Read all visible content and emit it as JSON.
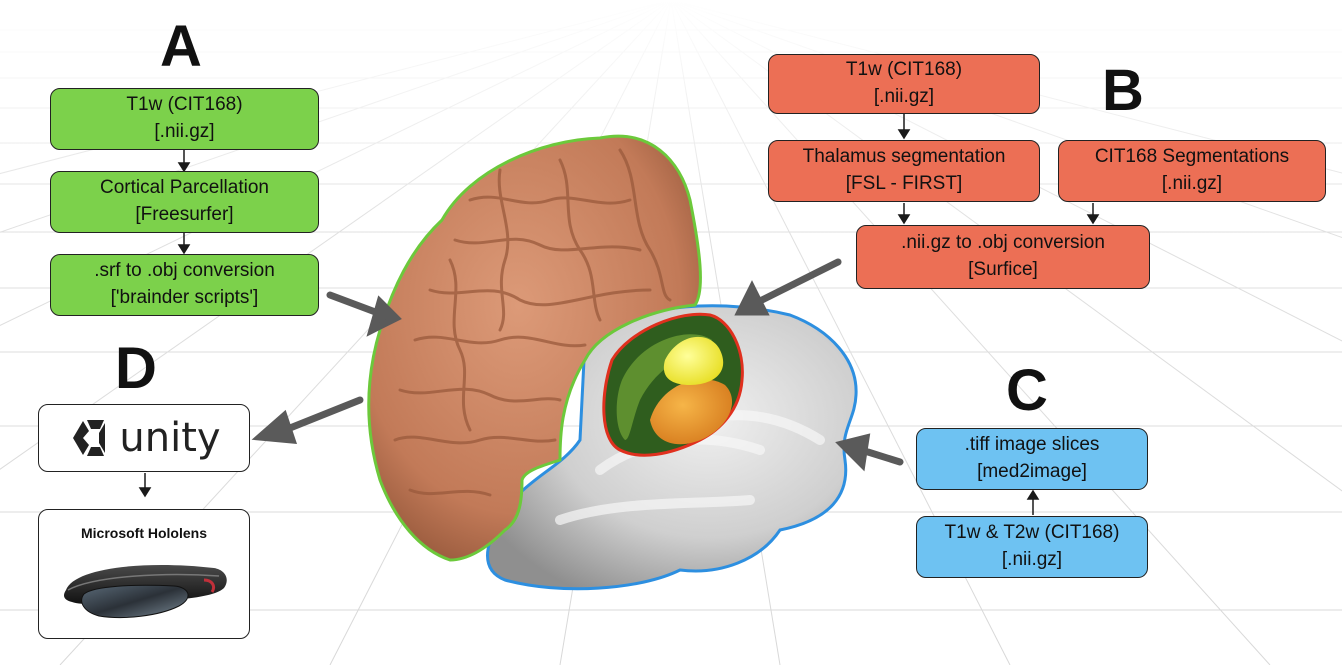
{
  "panels": {
    "A": {
      "letter": "A",
      "steps": [
        {
          "line1": "T1w (CIT168)",
          "line2": "[.nii.gz]"
        },
        {
          "line1": "Cortical Parcellation",
          "line2": "[Freesurfer]"
        },
        {
          "line1": ".srf to .obj conversion",
          "line2": "['brainder scripts']"
        }
      ]
    },
    "B": {
      "letter": "B",
      "input": {
        "line1": "T1w (CIT168)",
        "line2": "[.nii.gz]"
      },
      "thalamus": {
        "line1": "Thalamus segmentation",
        "line2": "[FSL - FIRST]"
      },
      "cit168": {
        "line1": "CIT168 Segmentations",
        "line2": "[.nii.gz]"
      },
      "conversion": {
        "line1": ".nii.gz to .obj conversion",
        "line2": "[Surfice]"
      }
    },
    "C": {
      "letter": "C",
      "slices": {
        "line1": ".tiff image slices",
        "line2": "[med2image]"
      },
      "input": {
        "line1": "T1w & T2w (CIT168)",
        "line2": "[.nii.gz]"
      }
    },
    "D": {
      "letter": "D",
      "unity_label": "unity",
      "hololens_label": "Microsoft Hololens"
    }
  },
  "colors": {
    "panel_a": "#7cd14b",
    "panel_b": "#ec6f55",
    "panel_c": "#6ec2f2",
    "brain": "#c98462",
    "arrow": "#555555"
  },
  "icons": [
    "unity-logo-icon",
    "hololens-headset-icon",
    "brain-model-icon"
  ]
}
